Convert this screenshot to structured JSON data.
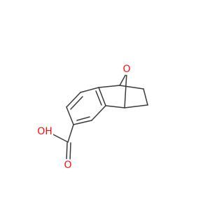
{
  "structure": {
    "atoms": [
      {
        "id": "O_bridge",
        "label": "O",
        "color": "#ff0d0d"
      },
      {
        "id": "O_carbonyl",
        "label": "O",
        "color": "#ff0d0d"
      },
      {
        "id": "OH",
        "label": "OH",
        "color": "#ff0d0d"
      }
    ],
    "bond_color": "#3a3a3a"
  }
}
